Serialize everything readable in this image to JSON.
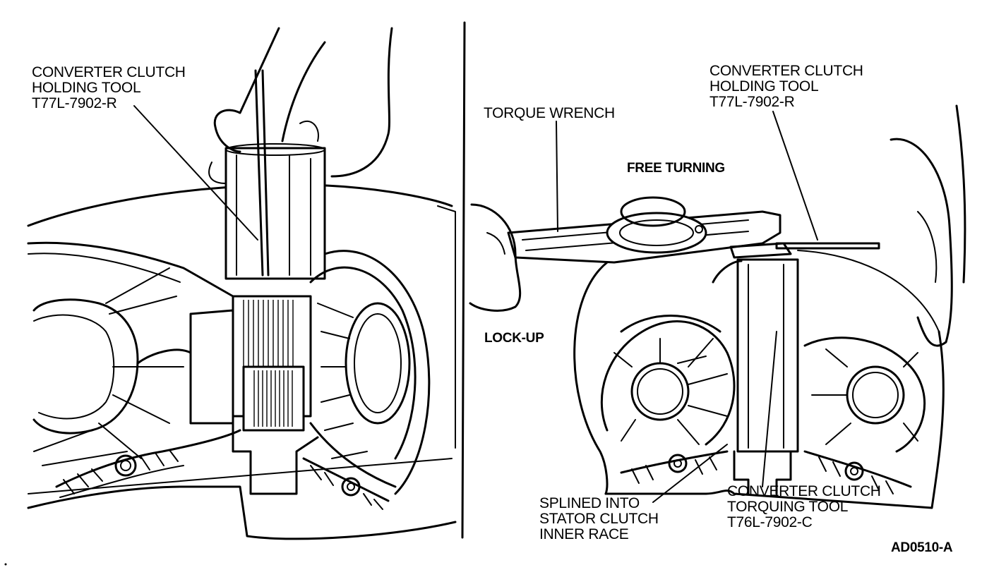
{
  "left_panel": {
    "holding_tool_label": [
      "CONVERTER CLUTCH",
      "HOLDING TOOL",
      "T77L-7902-R"
    ]
  },
  "right_panel": {
    "torque_wrench_label": "TORQUE WRENCH",
    "holding_tool_label": [
      "CONVERTER CLUTCH",
      "HOLDING TOOL",
      "T77L-7902-R"
    ],
    "free_turning_label": "FREE TURNING",
    "lock_up_label": "LOCK-UP",
    "splined_label": [
      "SPLINED INTO",
      "STATOR CLUTCH",
      "INNER RACE"
    ],
    "torquing_tool_label": [
      "CONVERTER CLUTCH",
      "TORQUING TOOL",
      "T76L-7902-C"
    ]
  },
  "figure_id": "AD0510-A"
}
